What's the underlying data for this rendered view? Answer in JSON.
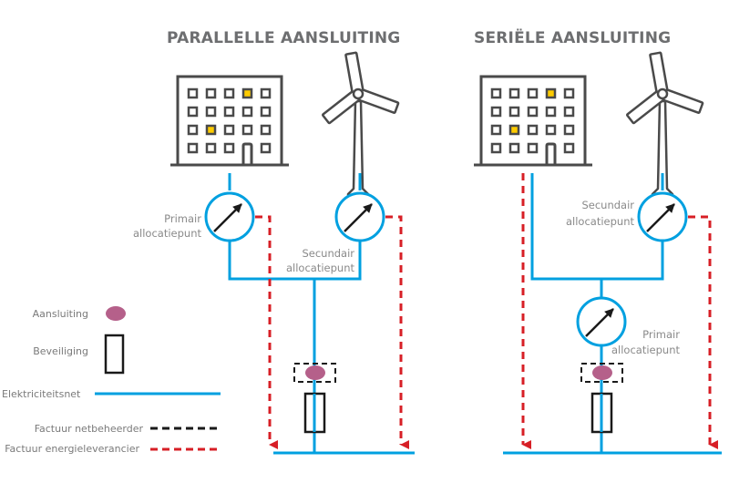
{
  "titles": {
    "parallel": "PARALLELLE AANSLUITING",
    "serial": "SERIËLE AANSLUITING"
  },
  "labels": {
    "parallel_primary_1": "Primair",
    "parallel_primary_2": "allocatiepunt",
    "parallel_secondary_1": "Secundair",
    "parallel_secondary_2": "allocatiepunt",
    "serial_secondary_1": "Secundair",
    "serial_secondary_2": "allocatiepunt",
    "serial_primary_1": "Primair",
    "serial_primary_2": "allocatiepunt"
  },
  "legend": {
    "connection": "Aansluiting",
    "protection": "Beveiliging",
    "grid": "Elektriciteitsnet",
    "invoice_grid_operator": "Factuur netbeheerder",
    "invoice_energy_supplier": "Factuur energieleverancier"
  },
  "colors": {
    "grid": "#00a0e0",
    "energy_supplier_invoice": "#d71f26",
    "grid_operator_invoice": "#1a1a1a",
    "connection": "#b5608a",
    "lit_window": "#ffcc00",
    "icon_stroke": "#4a4a4a",
    "title": "#6d6e70"
  },
  "icons": {
    "building": "building-icon",
    "wind_turbine": "wind-turbine-icon",
    "meter": "meter-gauge-icon"
  }
}
